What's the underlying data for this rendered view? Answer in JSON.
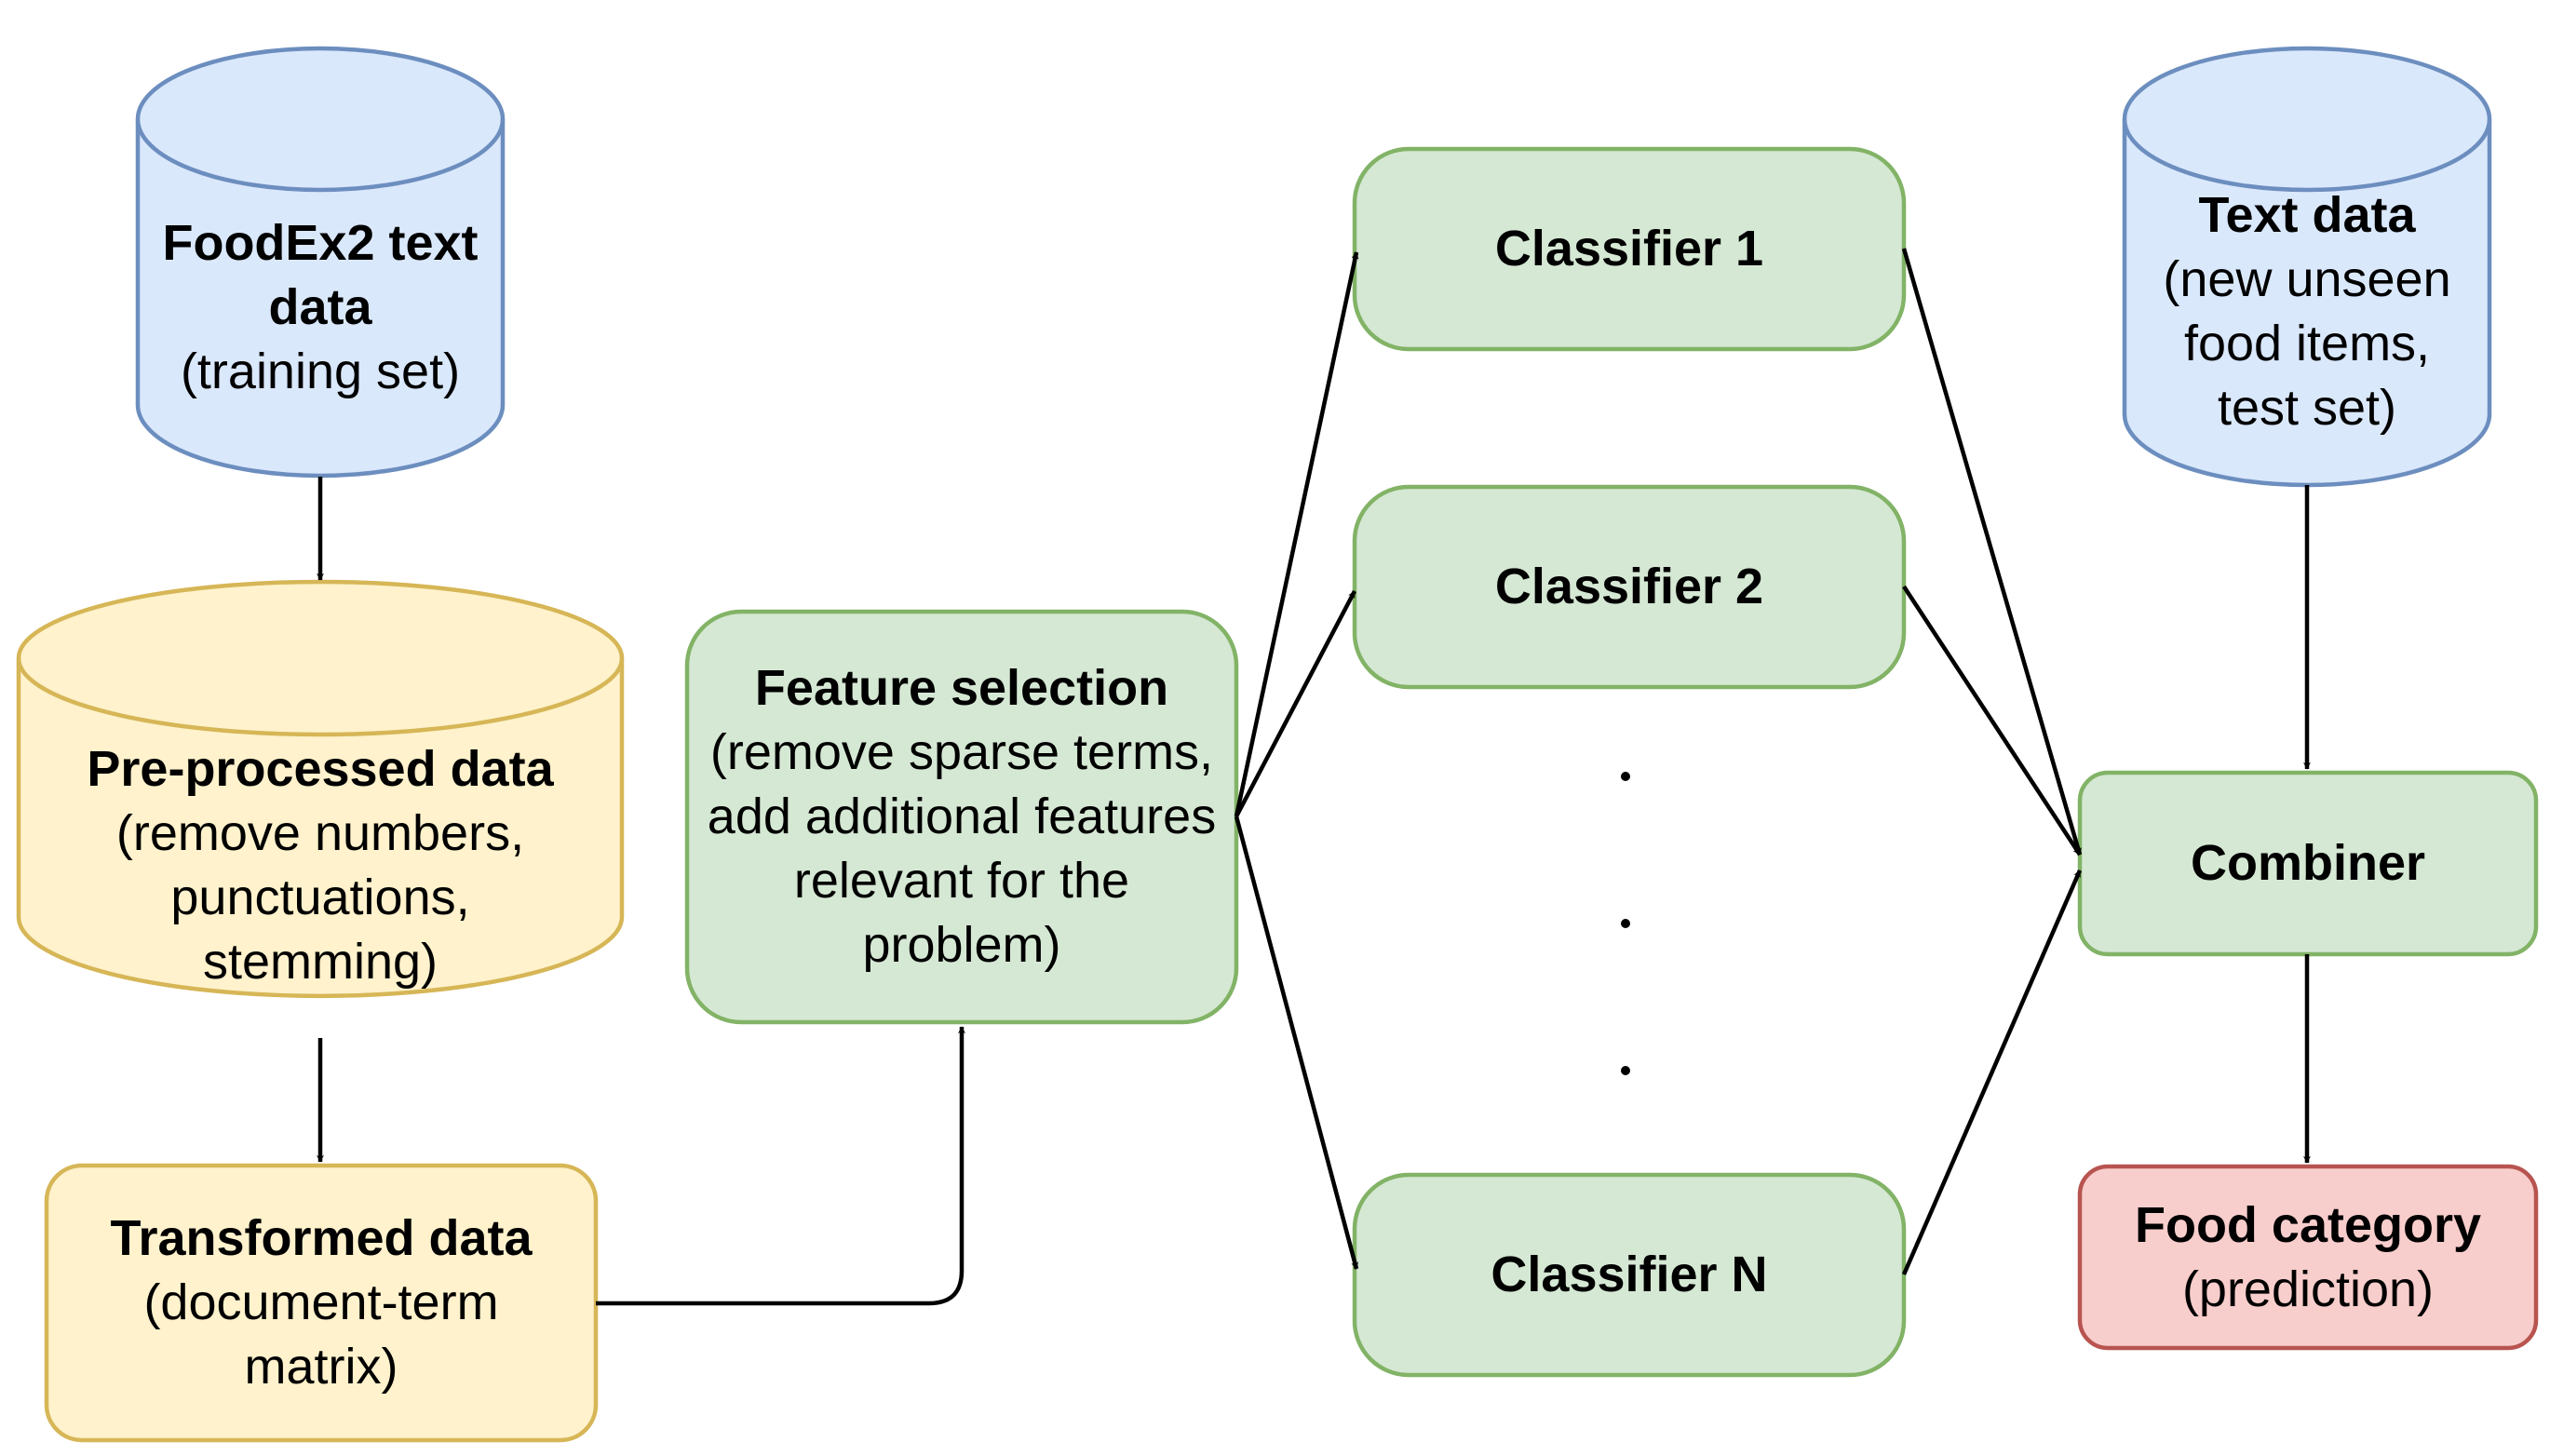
{
  "colors": {
    "blue_fill": "#dae8fc",
    "blue_stroke": "#6c8ebf",
    "yellow_fill": "#fff2cc",
    "yellow_stroke": "#d6b656",
    "green_fill": "#d5e8d4",
    "green_stroke": "#82b366",
    "red_fill": "#f8cecc",
    "red_stroke": "#b85450",
    "arrow": "#000000"
  },
  "nodes": {
    "training_data": {
      "title": "FoodEx2 text data",
      "subtitle": "(training set)",
      "shape": "cylinder"
    },
    "preprocessed": {
      "title": "Pre-processed data",
      "subtitle": "(remove numbers, punctuations, stemming)",
      "shape": "cylinder"
    },
    "transformed": {
      "title": "Transformed data",
      "subtitle": "(document-term matrix)",
      "shape": "rounded-rect"
    },
    "feature_selection": {
      "title": "Feature selection",
      "subtitle": "(remove sparse terms, add additional features relevant for the problem)",
      "shape": "rounded-rect"
    },
    "classifier_1": {
      "title": "Classifier 1",
      "shape": "rounded-rect"
    },
    "classifier_2": {
      "title": "Classifier 2",
      "shape": "rounded-rect"
    },
    "classifier_n": {
      "title": "Classifier N",
      "shape": "rounded-rect"
    },
    "ellipsis": "· · ·",
    "test_data": {
      "title": "Text data",
      "subtitle": "(new unseen food items, test set)",
      "shape": "cylinder"
    },
    "combiner": {
      "title": "Combiner",
      "shape": "rounded-rect"
    },
    "food_category": {
      "title": "Food category",
      "subtitle": "(prediction)",
      "shape": "rounded-rect"
    }
  },
  "edges": [
    [
      "training_data",
      "preprocessed"
    ],
    [
      "preprocessed",
      "transformed"
    ],
    [
      "transformed",
      "feature_selection"
    ],
    [
      "feature_selection",
      "classifier_1"
    ],
    [
      "feature_selection",
      "classifier_2"
    ],
    [
      "feature_selection",
      "classifier_n"
    ],
    [
      "classifier_1",
      "combiner"
    ],
    [
      "classifier_2",
      "combiner"
    ],
    [
      "classifier_n",
      "combiner"
    ],
    [
      "test_data",
      "combiner"
    ],
    [
      "combiner",
      "food_category"
    ]
  ]
}
